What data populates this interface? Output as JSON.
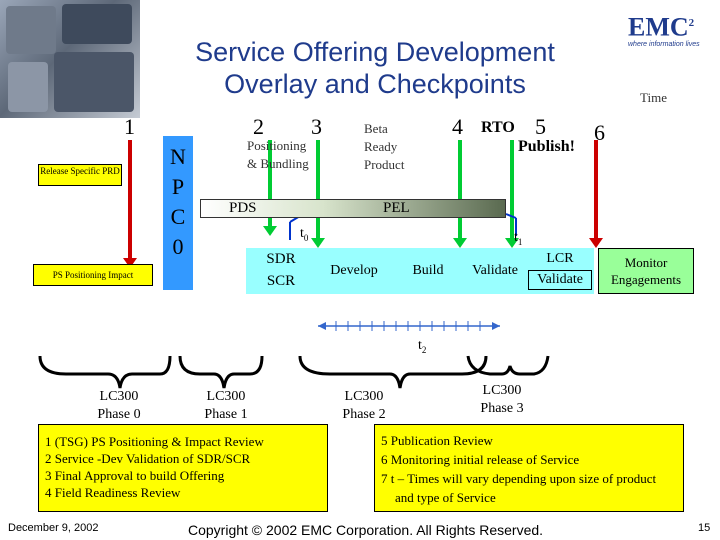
{
  "header": {
    "title_line1": "Service Offering Development",
    "title_line2": "Overlay and Checkpoints",
    "logo_text": "EMC",
    "logo_superscript": "2",
    "logo_tagline": "where information lives",
    "time_label": "Time"
  },
  "milestones": {
    "m1": "1",
    "m2": "2",
    "m3": "3",
    "m4": "4",
    "rto": "RTO",
    "m5": "5",
    "m6": "6",
    "publish": "Publish!",
    "positioning_line1": "Positioning",
    "positioning_line2": "& Bundling",
    "beta_line1": "Beta",
    "beta_line2": "Ready",
    "beta_line3": "Product"
  },
  "boxes": {
    "release_prd": "Release Specific PRD",
    "npco_letters": [
      "N",
      "P",
      "C",
      "0"
    ],
    "ps_positioning": "PS Positioning Impact",
    "pds": "PDS",
    "pel": "PEL",
    "t0": "t",
    "t0_sub": "0",
    "t1": "t",
    "t1_sub": "1",
    "sdr": "SDR",
    "scr": "SCR",
    "develop": "Develop",
    "build": "Build",
    "validate": "Validate",
    "lcr": "LCR",
    "lcr_validate": "Validate",
    "monitor_line1": "Monitor",
    "monitor_line2": "Engagements",
    "t2": "t",
    "t2_sub": "2"
  },
  "phases": [
    {
      "line1": "LC300",
      "line2": "Phase 0"
    },
    {
      "line1": "LC300",
      "line2": "Phase 1"
    },
    {
      "line1": "LC300",
      "line2": "Phase 2"
    },
    {
      "line1": "LC300",
      "line2": "Phase 3"
    }
  ],
  "legend_left": [
    "1 (TSG) PS  Positioning & Impact Review",
    "2 Service -Dev Validation of SDR/SCR",
    "3 Final Approval to build Offering",
    "4 Field Readiness Review"
  ],
  "legend_right": [
    "5  Publication Review",
    "6  Monitoring initial release of Service",
    "7  t – Times will vary depending upon size of product",
    "and type of Service"
  ],
  "footer": {
    "date": "December 9, 2002",
    "copyright": "Copyright © 2002 EMC Corporation. All Rights Reserved.",
    "page": "15"
  },
  "colors": {
    "title": "#1f3b8c",
    "yellow": "#ffff00",
    "cyan": "#99ffff",
    "green": "#99ff99",
    "blue_npco": "#3399ff",
    "red_arrow": "#cc0000",
    "green_arrow": "#00cc33"
  }
}
